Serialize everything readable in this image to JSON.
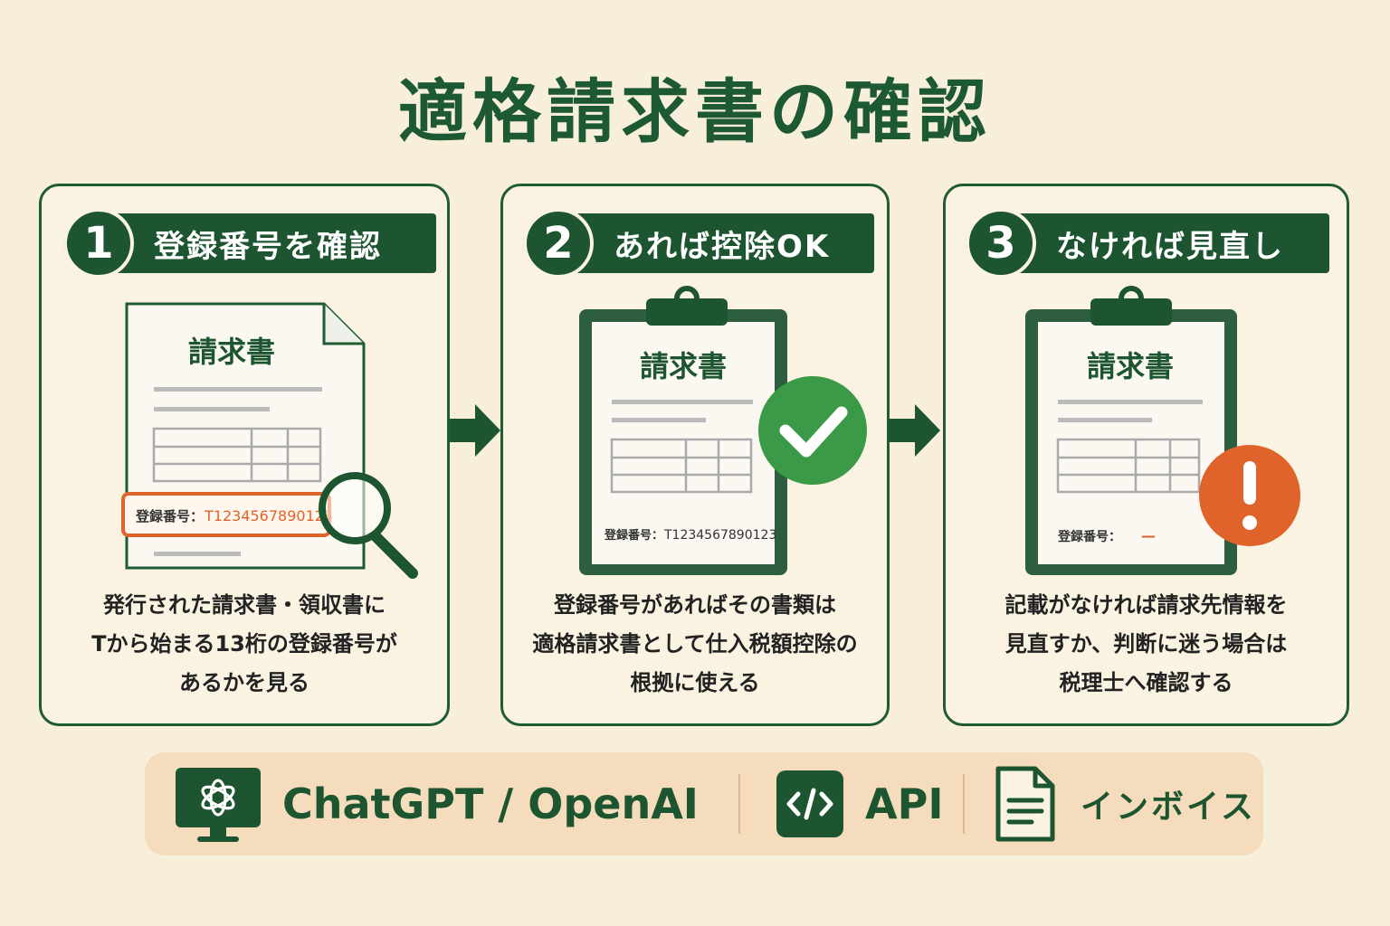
{
  "title": "適格請求書の確認",
  "colors": {
    "primary": "#1c5530",
    "background": "#f8efdb",
    "check": "#3a9a47",
    "warning": "#e0632b",
    "highlight": "#e0632b"
  },
  "steps": [
    {
      "number": "1",
      "label": "登録番号を確認",
      "doc_title": "請求書",
      "reg_label": "登録番号：",
      "reg_value": "T1234567890123",
      "desc_lines": [
        "発行された請求書・領収書に",
        "Tから始まる13桁の登録番号が",
        "あるかを見る"
      ],
      "icon": "magnifier-icon"
    },
    {
      "number": "2",
      "label": "あれば控除OK",
      "doc_title": "請求書",
      "reg_label": "登録番号：",
      "reg_value": "T1234567890123",
      "desc_lines": [
        "登録番号があればその書類は",
        "適格請求書として仕入税額控除の",
        "根拠に使える"
      ],
      "icon": "check-icon"
    },
    {
      "number": "3",
      "label": "なければ見直し",
      "doc_title": "請求書",
      "reg_label": "登録番号：",
      "reg_value": "—",
      "desc_lines": [
        "記載がなければ請求先情報を",
        "見直すか、判断に迷う場合は",
        "税理士へ確認する"
      ],
      "icon": "warning-icon"
    }
  ],
  "footer": {
    "items": [
      {
        "label": "ChatGPT / OpenAI",
        "icon": "openai-monitor-icon"
      },
      {
        "label": "API",
        "icon": "code-icon"
      },
      {
        "label": "インボイス",
        "icon": "document-icon"
      }
    ]
  }
}
